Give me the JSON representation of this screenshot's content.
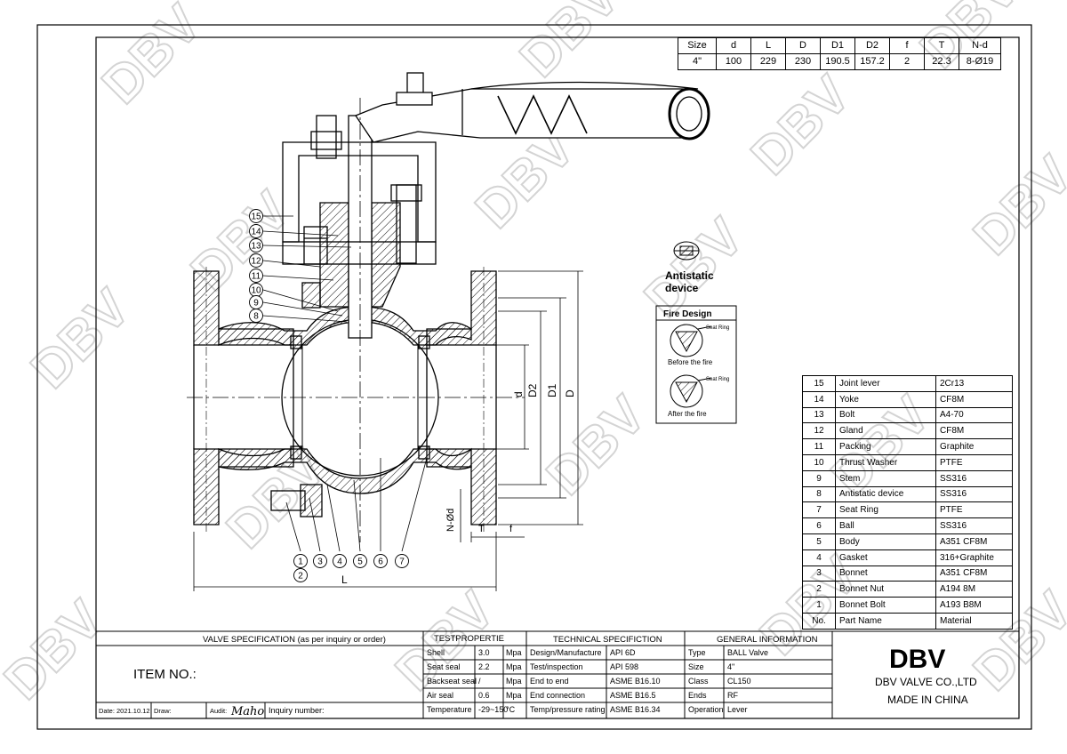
{
  "watermark": "DBV",
  "dimension_table": {
    "headers": [
      "Size",
      "d",
      "L",
      "D",
      "D1",
      "D2",
      "f",
      "T",
      "N-d"
    ],
    "values": [
      "4\"",
      "100",
      "229",
      "230",
      "190.5",
      "157.2",
      "2",
      "22.3",
      "8-Ø19"
    ]
  },
  "dimension_labels": {
    "d": "d",
    "D2": "D2",
    "D1": "D1",
    "D": "D",
    "L": "L",
    "T": "T",
    "f": "f",
    "Nd": "N-Ød"
  },
  "callouts": [
    "15",
    "14",
    "13",
    "12",
    "11",
    "10",
    "9",
    "8",
    "1",
    "2",
    "3",
    "4",
    "5",
    "6",
    "7"
  ],
  "antistatic": {
    "title_line1": "Antistatic",
    "title_line2": "device"
  },
  "fire_design": {
    "title": "Fire Design",
    "seat_ring": "Seat Ring",
    "before": "Before the fire",
    "after": "After the fire"
  },
  "parts": {
    "rows": [
      {
        "no": "15",
        "name": "Joint lever",
        "material": "2Cr13"
      },
      {
        "no": "14",
        "name": "Yoke",
        "material": "CF8M"
      },
      {
        "no": "13",
        "name": "Bolt",
        "material": "A4-70"
      },
      {
        "no": "12",
        "name": "Gland",
        "material": "CF8M"
      },
      {
        "no": "11",
        "name": "Packing",
        "material": "Graphite"
      },
      {
        "no": "10",
        "name": "Thrust Washer",
        "material": "PTFE"
      },
      {
        "no": "9",
        "name": "Stem",
        "material": "SS316"
      },
      {
        "no": "8",
        "name": "Antistatic device",
        "material": "SS316"
      },
      {
        "no": "7",
        "name": "Seat Ring",
        "material": "PTFE"
      },
      {
        "no": "6",
        "name": "Ball",
        "material": "SS316"
      },
      {
        "no": "5",
        "name": "Body",
        "material": "A351 CF8M"
      },
      {
        "no": "4",
        "name": "Gasket",
        "material": "316+Graphite"
      },
      {
        "no": "3",
        "name": "Bonnet",
        "material": "A351 CF8M"
      },
      {
        "no": "2",
        "name": "Bonnet Nut",
        "material": "A194 8M"
      },
      {
        "no": "1",
        "name": "Bonnet Bolt",
        "material": "A193 B8M"
      }
    ],
    "header": {
      "no": "No.",
      "name": "Part Name",
      "material": "Material"
    }
  },
  "title_block": {
    "valve_spec_title": "VALVE SPECIFICATION (as per inquiry or order)",
    "item_no": "ITEM NO.:",
    "date": "Date: 2021.10.12",
    "draw": "Draw:",
    "audit": "Audit:",
    "audit_sign": "Maho",
    "inquiry": "Inquiry number:",
    "test_title": "TESTPROPERTIE",
    "tests": [
      {
        "name": "Shell",
        "value": "3.0",
        "unit": "Mpa"
      },
      {
        "name": "Seat seal",
        "value": "2.2",
        "unit": "Mpa"
      },
      {
        "name": "Backseat seal",
        "value": "/",
        "unit": "Mpa"
      },
      {
        "name": "Air seal",
        "value": "0.6",
        "unit": "Mpa"
      },
      {
        "name": "Temperature",
        "value": "-29~150",
        "unit": "°C"
      }
    ],
    "tech_title": "TECHNICAL SPECIFICTION",
    "tech": [
      {
        "name": "Design/Manufacture",
        "value": "API 6D"
      },
      {
        "name": "Test/inspection",
        "value": "API 598"
      },
      {
        "name": "End to end",
        "value": "ASME B16.10"
      },
      {
        "name": "End connection",
        "value": "ASME B16.5"
      },
      {
        "name": "Temp/pressure rating",
        "value": "ASME B16.34"
      }
    ],
    "gen_title": "GENERAL INFORMATION",
    "gen": [
      {
        "name": "Type",
        "value": "BALL Valve"
      },
      {
        "name": "Size",
        "value": "4\""
      },
      {
        "name": "Class",
        "value": "CL150"
      },
      {
        "name": "Ends",
        "value": "RF"
      },
      {
        "name": "Operation",
        "value": "Lever"
      }
    ],
    "logo": "DBV",
    "company": "DBV VALVE  CO.,LTD",
    "made_in": "MADE IN CHINA"
  }
}
